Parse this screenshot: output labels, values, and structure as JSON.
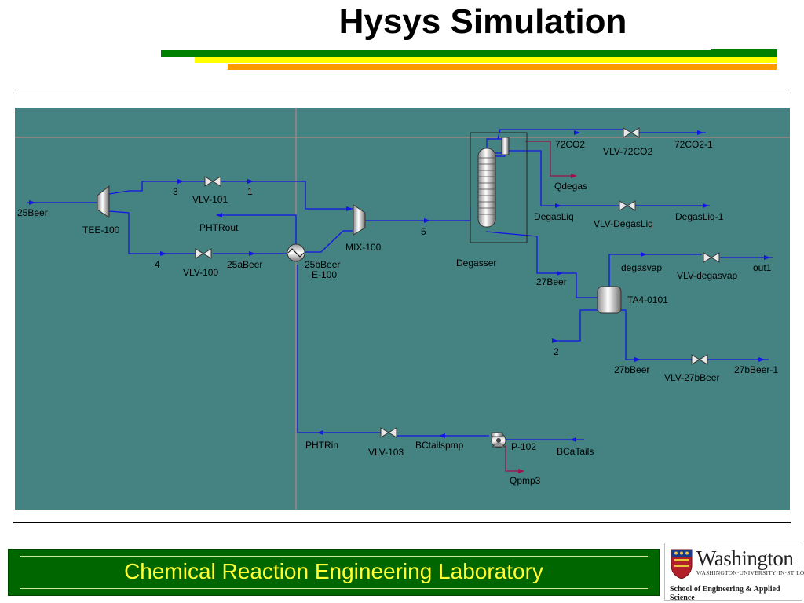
{
  "slide": {
    "title": "Hysys Simulation",
    "footer": "Chemical Reaction Engineering Laboratory",
    "logo": {
      "name": "Washington",
      "subtitle": "WASHINGTON·UNIVERSITY·IN·ST·LOUIS",
      "school": "School of Engineering & Applied Science"
    }
  },
  "colors": {
    "canvas": "#458282",
    "stream": "#1414e6",
    "energy": "#a0104a",
    "bar_green": "#008000",
    "bar_yellow": "#ffff00",
    "bar_orange": "#ff9900"
  },
  "labels": {
    "s25Beer": "25Beer",
    "tee100": "TEE-100",
    "s3": "3",
    "vlv101": "VLV-101",
    "s1": "1",
    "phtrout": "PHTRout",
    "s4": "4",
    "vlv100": "VLV-100",
    "s25aBeer": "25aBeer",
    "s25bBeer": "25bBeer",
    "e100": "E-100",
    "mix100": "MIX-100",
    "s5": "5",
    "degasser": "Degasser",
    "s72co2": "72CO2",
    "vlv72co2": "VLV-72CO2",
    "s72co2_1": "72CO2-1",
    "qdegas": "Qdegas",
    "degasliq": "DegasLiq",
    "vlvdegasliq": "VLV-DegasLiq",
    "degasliq1": "DegasLiq-1",
    "s27Beer": "27Beer",
    "degasvap": "degasvap",
    "vlvdegasvap": "VLV-degasvap",
    "out1": "out1",
    "ta4": "TA4-0101",
    "s2": "2",
    "s27bBeer": "27bBeer",
    "vlv27bbeer": "VLV-27bBeer",
    "s27bBeer1": "27bBeer-1",
    "phtrin": "PHTRin",
    "vlv103": "VLV-103",
    "bctailspmp": "BCtailspmp",
    "p102": "P-102",
    "bcatails": "BCaTails",
    "qpmp3": "Qpmp3"
  }
}
